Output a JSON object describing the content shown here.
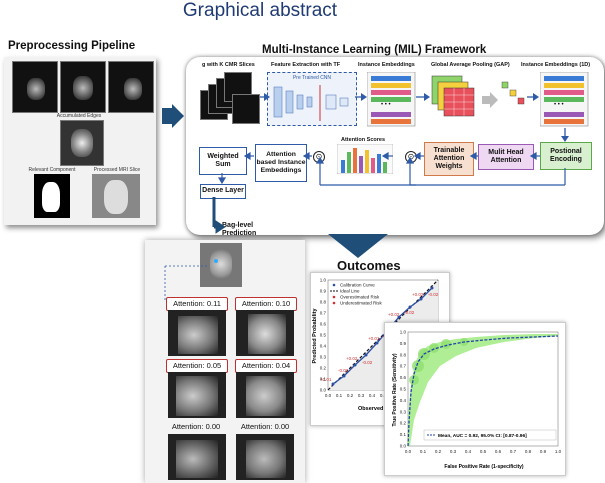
{
  "title": "Graphical abstract",
  "preprocessing": {
    "title": "Preprocessing  Pipeline",
    "accumulated": "Accumulated Edges",
    "relevant": "Relevant Component",
    "processed": "Processed MRI Slice"
  },
  "mil": {
    "title": "Multi-Instance Learning (MIL) Framework",
    "cmr": "g with K CMR Slices",
    "feature": "Feature Extraction with TF",
    "cnn": "Pre Trained CNN",
    "inst_emb": "Instance Embeddings",
    "gap": "Global Average Pooling (GAP)",
    "inst_emb_1d": "Instance Embeddings (1D)",
    "pos_enc": "Postional Encoding",
    "mha": "Mulit Head Attention",
    "taw": "Trainable Attention Weights",
    "att_scores": "Attention Scores",
    "abie": "Attention based Instance Embeddings",
    "wsum": "Weighted Sum",
    "dense": "Dense Layer",
    "bag": "Bag-level Prediction",
    "dots": "• • •"
  },
  "outcomes": {
    "title": "Outcomes",
    "attention": [
      "Attention: 0.11",
      "Attention: 0.10",
      "Attention: 0.05",
      "Attention: 0.04",
      "Attention: 0.00",
      "Attention: 0.00"
    ]
  },
  "calibration": {
    "ylabel": "Predicted Probability",
    "xlabel": "Observed Pro",
    "legend": [
      "Calibration Curve",
      "Ideal Line",
      "Overestimated Risk",
      "Underestimated Risk"
    ],
    "ticks": [
      "0.0",
      "0.1",
      "0.2",
      "0.3",
      "0.4",
      "0.5",
      "0.6",
      "0.7",
      "0.8",
      "0.9",
      "1.0"
    ],
    "annotations": [
      "+0.01",
      "-0.02",
      "+0.02",
      "-0.02",
      "+0.01",
      "-0.04",
      "+0.02",
      "-0.02",
      "+0.02",
      "-0.02"
    ]
  },
  "roc": {
    "ylabel": "True Positive Rate (Sensitivity)",
    "xlabel": "False Positive Rate  (1-specificity)",
    "legend": "Mean, AUC = 0.92, 95.0% CI: [0.87-0.96]",
    "ticks": [
      "0.0",
      "0.1",
      "0.2",
      "0.3",
      "0.4",
      "0.5",
      "0.6",
      "0.7",
      "0.8",
      "0.9",
      "1.0"
    ]
  },
  "colors": {
    "title": "#1f3b73",
    "arrow": "#1f4e79",
    "accent_blue": "#2e5aa8"
  }
}
